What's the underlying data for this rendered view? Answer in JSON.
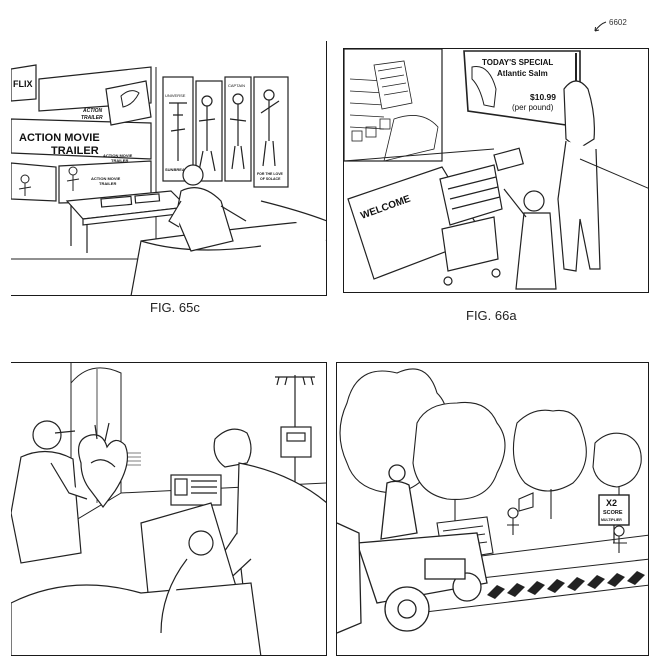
{
  "figure_number": "6602",
  "panels": {
    "top_left": {
      "caption": "FIG. 65c",
      "screen_brand": "FLIX",
      "main_title_line1": "ACTION MOVIE",
      "main_title_line2": "TRAILER",
      "small_label_1_line1": "ACTION",
      "small_label_1_line2": "TRAILER",
      "small_label_2_line1": "ACTION MOVIE",
      "small_label_2_line2": "TRAILER",
      "small_label_3_line1": "ACTION MOVIE",
      "small_label_3_line2": "TRAILER",
      "poster_text_1": "UNIVERSE",
      "poster_text_2": "SUNBREAKER",
      "poster_text_3": "CAPTAIN",
      "poster_text_4": "FOR THE LOVE",
      "poster_text_5": "OF SOLACE"
    },
    "top_right": {
      "caption": "FIG. 66a",
      "sign_title": "TODAY'S SPECIAL",
      "sign_item": "Atlantic Salm",
      "sign_price": "$10.99",
      "sign_unit": "(per pound)",
      "floor_mat": "WELCOME"
    },
    "bottom_left": {},
    "bottom_right": {
      "score_line1": "X2",
      "score_line2": "SCORE",
      "score_line3": "MULTIPLIER"
    }
  }
}
